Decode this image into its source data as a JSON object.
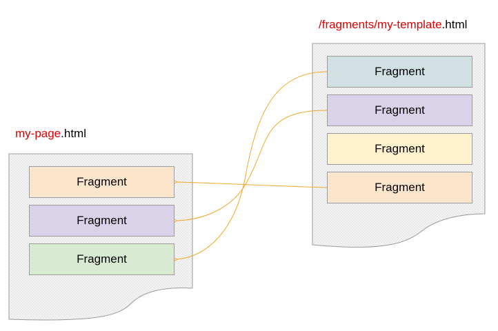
{
  "left_doc": {
    "title": {
      "name": "my-page",
      "ext": ".html"
    },
    "fragments": [
      {
        "label": "Fragment",
        "color": "#fce5cd"
      },
      {
        "label": "Fragment",
        "color": "#d9d2e9"
      },
      {
        "label": "Fragment",
        "color": "#d9ead3"
      }
    ]
  },
  "right_doc": {
    "title": {
      "name": "/fragments/my-template",
      "ext": ".html"
    },
    "fragments": [
      {
        "label": "Fragment",
        "color": "#d0e0e3"
      },
      {
        "label": "Fragment",
        "color": "#d9d2e9"
      },
      {
        "label": "Fragment",
        "color": "#fff2cc"
      },
      {
        "label": "Fragment",
        "color": "#fce5cd"
      }
    ]
  },
  "style": {
    "page_fill": "#efefef",
    "page_stroke": "#999999",
    "arrow_color": "#f1a92c",
    "filename_color": "#e00000"
  }
}
